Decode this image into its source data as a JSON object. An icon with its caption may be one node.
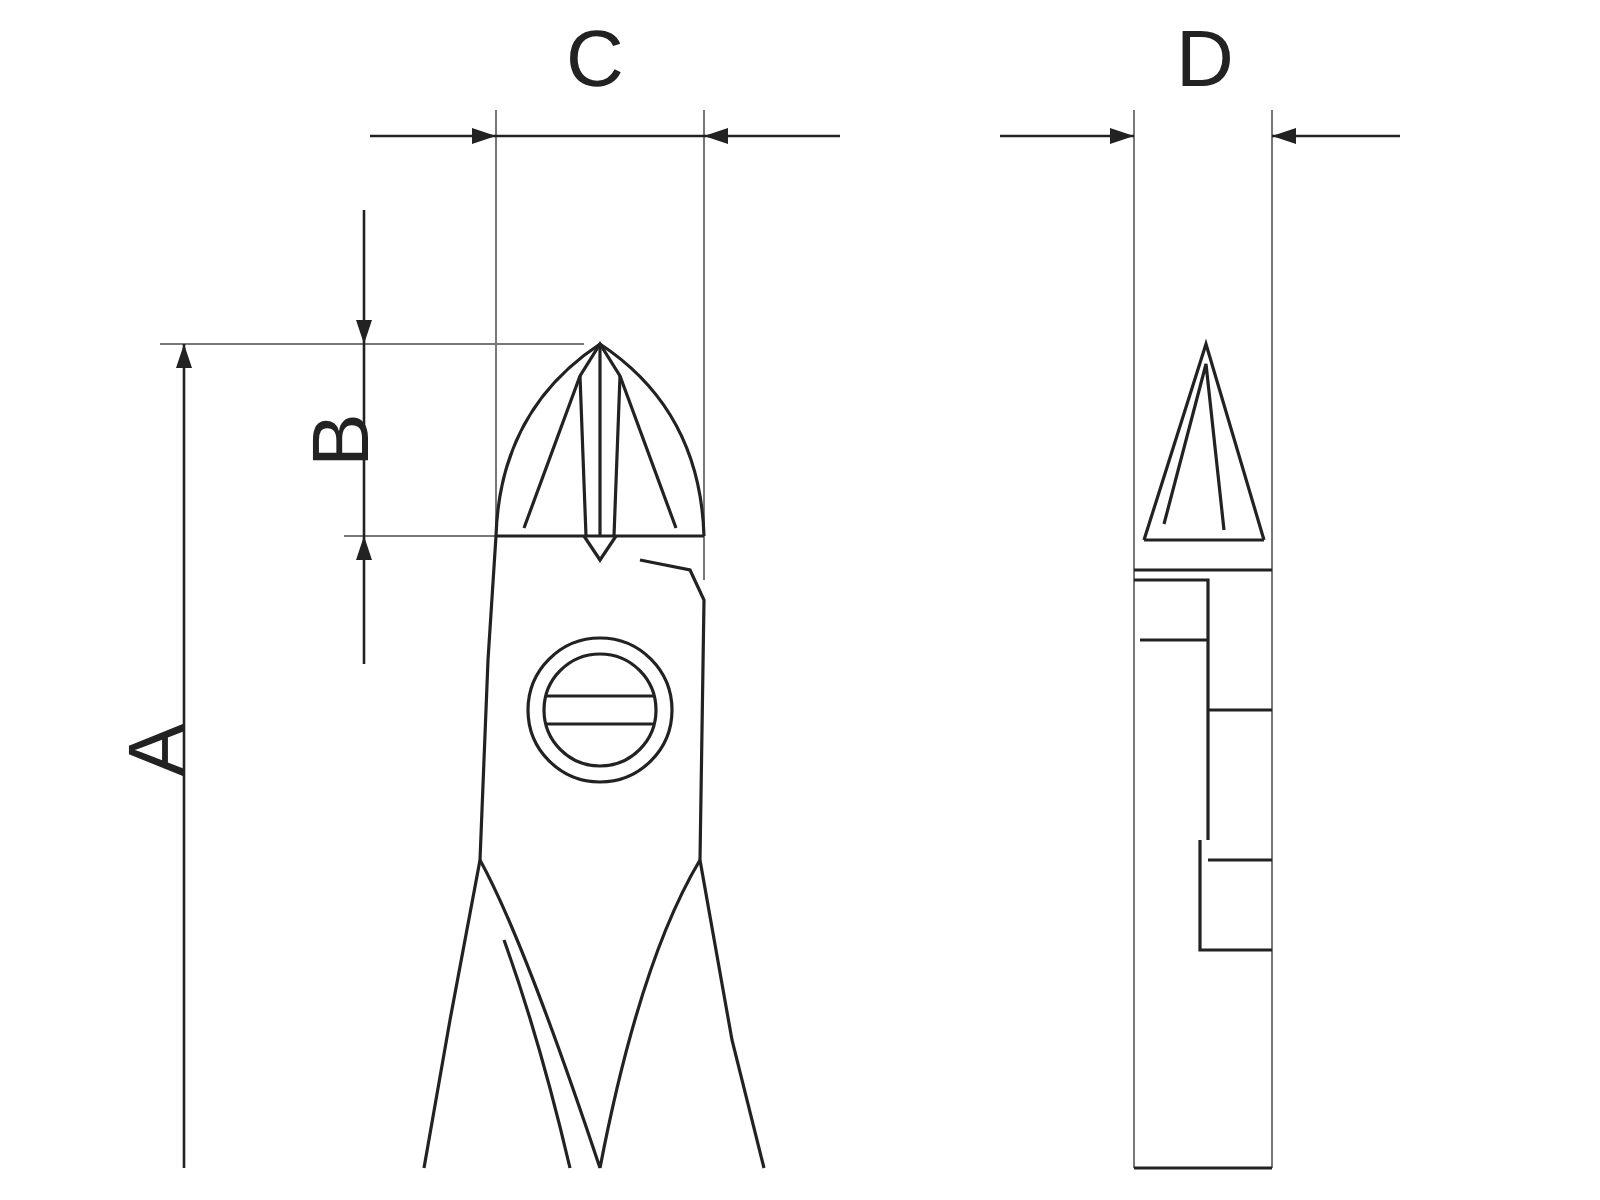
{
  "diagram": {
    "labels": [
      "C",
      "D",
      "B",
      "A"
    ]
  }
}
